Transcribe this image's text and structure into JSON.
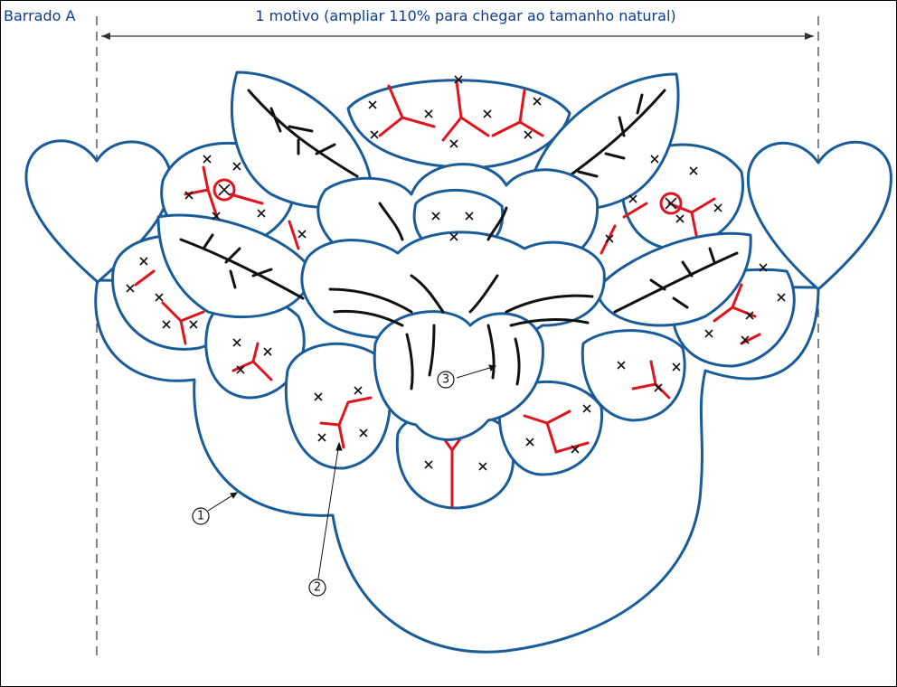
{
  "header": {
    "label": "Barrado A",
    "motif_caption": "1 motivo (ampliar 110% para chegar ao tamanho natural)"
  },
  "callouts": [
    {
      "number": "1"
    },
    {
      "number": "2"
    },
    {
      "number": "3"
    }
  ],
  "colors": {
    "outline": "#1a5c9a",
    "bars": "#e0141e",
    "veins": "#111111",
    "text": "#0a3d8f"
  }
}
